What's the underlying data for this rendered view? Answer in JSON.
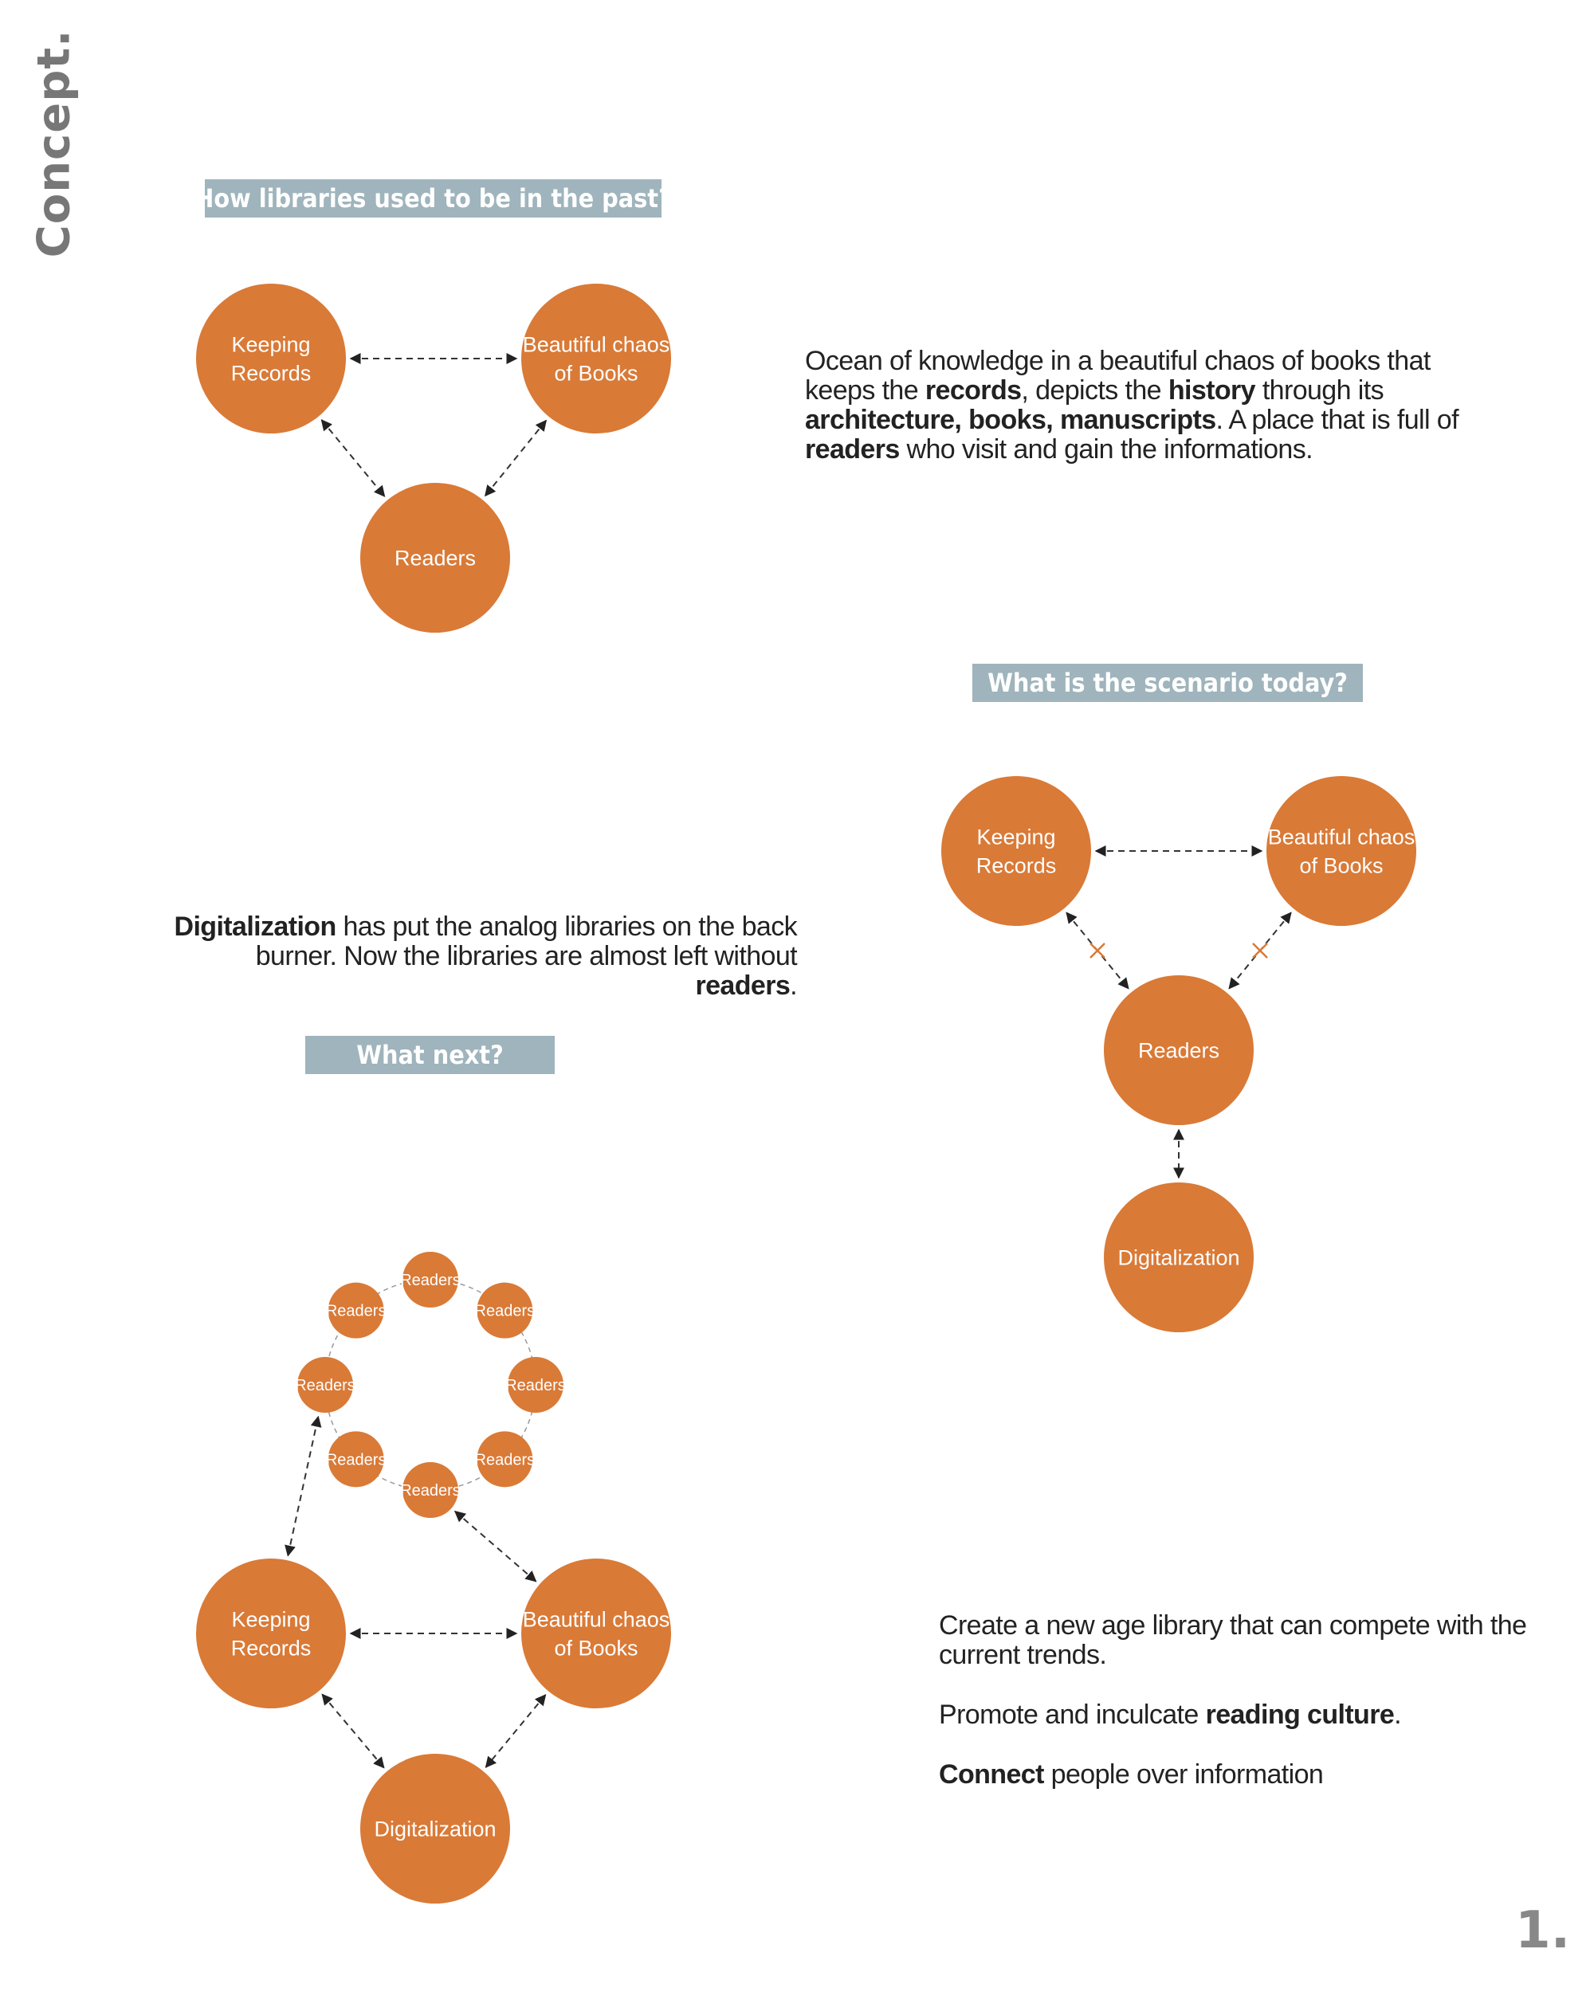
{
  "page": {
    "title": "Concept.",
    "page_number": "1."
  },
  "sections": {
    "past": {
      "heading": "How libraries used to be in the past?"
    },
    "today": {
      "heading": "What is the scenario today?"
    },
    "next": {
      "heading": "What next?"
    }
  },
  "paragraphs": {
    "past": [
      {
        "t": "Ocean of knowledge in a beautiful chaos of books that keeps the "
      },
      {
        "t": "records",
        "b": true
      },
      {
        "t": ", depicts the "
      },
      {
        "t": "history",
        "b": true
      },
      {
        "t": " through  its "
      },
      {
        "t": "architecture, books, manuscripts",
        "b": true
      },
      {
        "t": ". A place that is full of "
      },
      {
        "t": "readers",
        "b": true
      },
      {
        "t": " who visit and gain the informations."
      }
    ],
    "today": [
      {
        "t": "Digitalization",
        "b": true
      },
      {
        "t": " has put the analog libraries on the back burner. Now the libraries are almost left without "
      },
      {
        "t": "readers",
        "b": true
      },
      {
        "t": "."
      }
    ],
    "next": [
      [
        {
          "t": "Create a new age library that can compete with the current trends."
        }
      ],
      [
        {
          "t": "Promote and inculcate "
        },
        {
          "t": "reading culture",
          "b": true
        },
        {
          "t": "."
        }
      ],
      [
        {
          "t": "Connect",
          "b": true
        },
        {
          "t": " people over information"
        }
      ]
    ]
  },
  "diagrams": [
    {
      "id": "past",
      "nodes": [
        {
          "id": "keeping-records",
          "label": [
            "Keeping",
            "Records"
          ]
        },
        {
          "id": "beautiful-chaos",
          "label": [
            "Beautiful chaos",
            "of Books"
          ]
        },
        {
          "id": "readers",
          "label": [
            "Readers"
          ]
        }
      ],
      "links": [
        {
          "from": "keeping-records",
          "to": "beautiful-chaos",
          "arrows": "both"
        },
        {
          "from": "keeping-records",
          "to": "readers",
          "arrows": "both"
        },
        {
          "from": "beautiful-chaos",
          "to": "readers",
          "arrows": "both"
        }
      ]
    },
    {
      "id": "today",
      "nodes": [
        {
          "id": "keeping-records",
          "label": [
            "Keeping",
            "Records"
          ]
        },
        {
          "id": "beautiful-chaos",
          "label": [
            "Beautiful chaos",
            "of Books"
          ]
        },
        {
          "id": "readers",
          "label": [
            "Readers"
          ]
        },
        {
          "id": "digitalization",
          "label": [
            "Digitalization"
          ]
        }
      ],
      "links": [
        {
          "from": "keeping-records",
          "to": "beautiful-chaos",
          "arrows": "both"
        },
        {
          "from": "keeping-records",
          "to": "readers",
          "arrows": "both",
          "broken": true
        },
        {
          "from": "beautiful-chaos",
          "to": "readers",
          "arrows": "both",
          "broken": true
        },
        {
          "from": "readers",
          "to": "digitalization",
          "arrows": "both"
        }
      ]
    },
    {
      "id": "next",
      "nodes": [
        {
          "id": "keeping-records",
          "label": [
            "Keeping",
            "Records"
          ]
        },
        {
          "id": "beautiful-chaos",
          "label": [
            "Beautiful chaos",
            "of Books"
          ]
        },
        {
          "id": "digitalization",
          "label": [
            "Digitalization"
          ]
        },
        {
          "id": "readers-1",
          "label": [
            "Readers"
          ]
        },
        {
          "id": "readers-2",
          "label": [
            "Readers"
          ]
        },
        {
          "id": "readers-3",
          "label": [
            "Readers"
          ]
        },
        {
          "id": "readers-4",
          "label": [
            "Readers"
          ]
        },
        {
          "id": "readers-5",
          "label": [
            "Readers"
          ]
        },
        {
          "id": "readers-6",
          "label": [
            "Readers"
          ]
        },
        {
          "id": "readers-7",
          "label": [
            "Readers"
          ]
        },
        {
          "id": "readers-8",
          "label": [
            "Readers"
          ]
        }
      ],
      "links": [
        {
          "from": "keeping-records",
          "to": "beautiful-chaos",
          "arrows": "both"
        },
        {
          "from": "keeping-records",
          "to": "digitalization",
          "arrows": "both"
        },
        {
          "from": "beautiful-chaos",
          "to": "digitalization",
          "arrows": "both"
        },
        {
          "from": "keeping-records",
          "to": "readers-7",
          "arrows": "both"
        },
        {
          "from": "beautiful-chaos",
          "to": "readers-5",
          "arrows": "both"
        }
      ],
      "ring": [
        "readers-1",
        "readers-2",
        "readers-3",
        "readers-4",
        "readers-5",
        "readers-6",
        "readers-7",
        "readers-8"
      ]
    }
  ],
  "colors": {
    "node_fill": "#d97a37",
    "header_bg": "#9fb4bc",
    "title_gray": "#777777",
    "text": "#222222"
  }
}
